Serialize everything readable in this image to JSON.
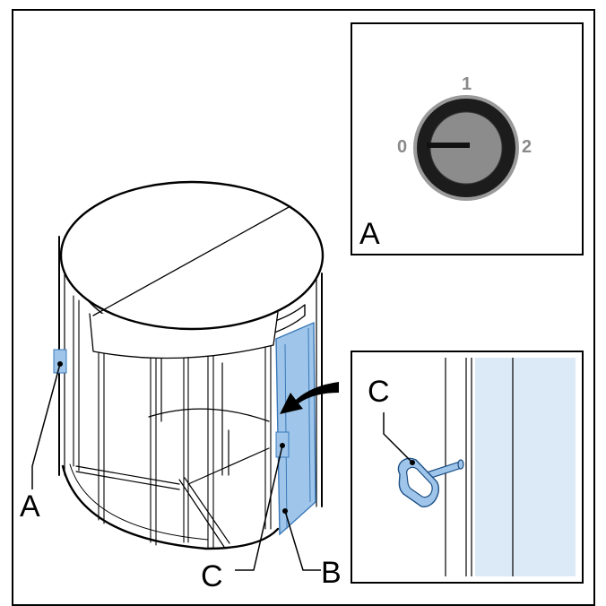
{
  "callouts": {
    "switch": "A",
    "door_wing": "B",
    "pin": "C"
  },
  "inset_switch": {
    "label": "A",
    "positions": [
      "0",
      "1",
      "2"
    ],
    "selected_position": "0"
  },
  "inset_pin": {
    "label": "C"
  },
  "colors": {
    "highlight": "#9fc6ea",
    "highlight_stroke": "#3a78b8",
    "inset_glass": "#dceaf7",
    "dial_ring": "#1c1c1c",
    "dial_face": "#8c8c8c",
    "dial_numbers": "#8a8a8a"
  }
}
